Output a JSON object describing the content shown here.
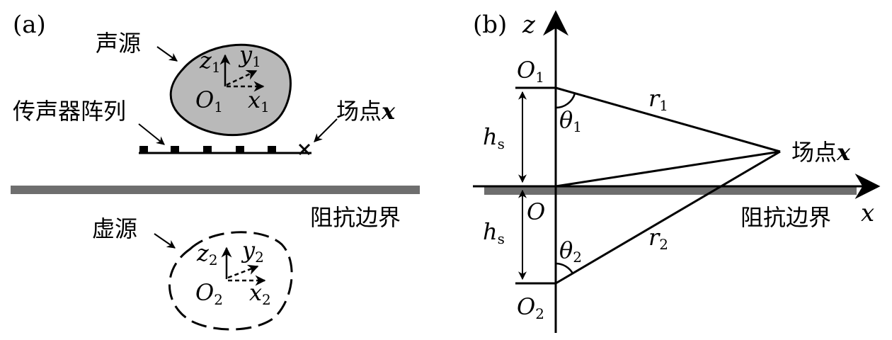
{
  "panel_a": {
    "label": "(a)",
    "source_label": "声源",
    "array_label": "传声器阵列",
    "field_point_text": "场点",
    "field_point_symbol": "x",
    "boundary_label": "阻抗边界",
    "virtual_source_label": "虚源",
    "real_axes": {
      "origin": "O",
      "origin_sub": "1",
      "z": "z",
      "z_sub": "1",
      "y": "y",
      "y_sub": "1",
      "x": "x",
      "x_sub": "1"
    },
    "image_axes": {
      "origin": "O",
      "origin_sub": "2",
      "z": "z",
      "z_sub": "2",
      "y": "y",
      "y_sub": "2",
      "x": "x",
      "x_sub": "2"
    }
  },
  "panel_b": {
    "label": "(b)",
    "z_axis": "z",
    "x_axis": "x",
    "origin": "O",
    "o1": "O",
    "o1_sub": "1",
    "o2": "O",
    "o2_sub": "2",
    "h_upper": "h",
    "h_upper_sub": "s",
    "h_lower": "h",
    "h_lower_sub": "s",
    "theta1": "θ",
    "theta1_sub": "1",
    "theta2": "θ",
    "theta2_sub": "2",
    "r1": "r",
    "r1_sub": "1",
    "r2": "r",
    "r2_sub": "2",
    "field_point_text": "场点",
    "field_point_symbol": "x",
    "boundary_label": "阻抗边界"
  },
  "colors": {
    "boundary": "#6e6e6e",
    "source_fill": "#b9b9b9",
    "ink": "#000000"
  }
}
